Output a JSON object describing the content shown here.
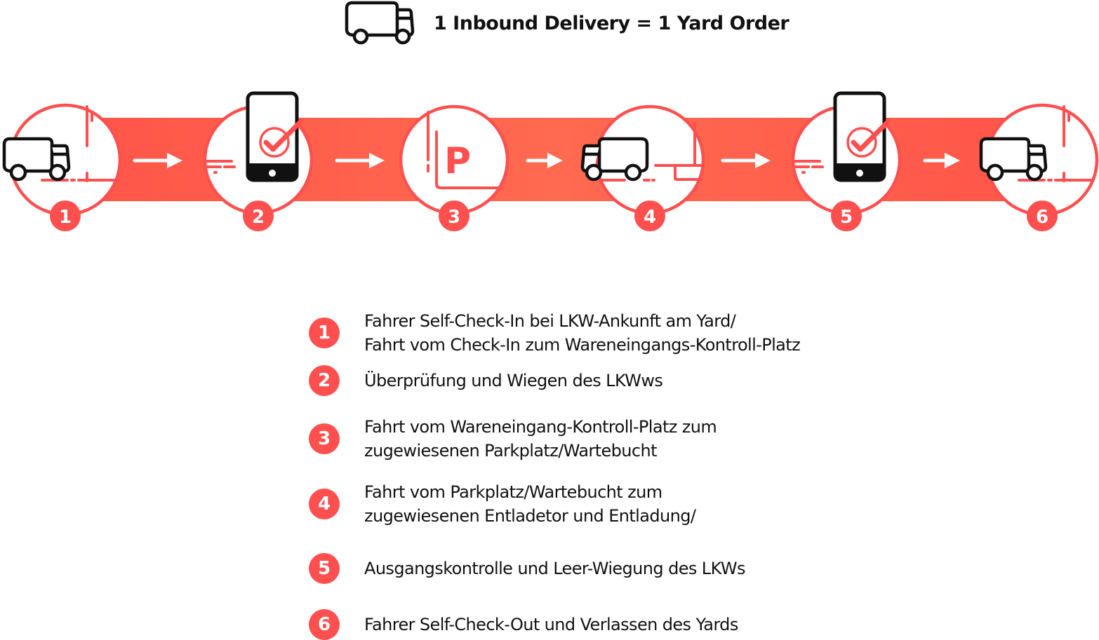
{
  "header": {
    "icon": "truck-icon",
    "title": "1 Inbound Delivery = 1 Yard Order"
  },
  "colors": {
    "accent": "#ff4f4f",
    "band_start": "#ff5549",
    "band_mid": "#ff6a50",
    "icon_stroke": "#111111",
    "text": "#111111"
  },
  "steps": [
    {
      "number": "1",
      "icon": "truck-at-gate-icon"
    },
    {
      "number": "2",
      "icon": "smartphone-check-icon"
    },
    {
      "number": "3",
      "icon": "parking-icon"
    },
    {
      "number": "4",
      "icon": "truck-at-dock-icon"
    },
    {
      "number": "5",
      "icon": "smartphone-check-icon"
    },
    {
      "number": "6",
      "icon": "truck-leaving-gate-icon"
    }
  ],
  "arrows": [
    "arrow-right-icon",
    "arrow-right-icon",
    "arrow-right-icon",
    "arrow-right-icon",
    "arrow-right-icon"
  ],
  "legend": [
    {
      "number": "1",
      "lines": [
        "Fahrer Self-Check-In bei LKW-Ankunft am Yard/",
        "Fahrt vom Check-In zum Wareneingangs-Kontroll-Platz"
      ]
    },
    {
      "number": "2",
      "lines": [
        "Überprüfung und Wiegen des LKWws"
      ]
    },
    {
      "number": "3",
      "lines": [
        "Fahrt vom Wareneingang-Kontroll-Platz zum",
        "zugewiesenen Parkplatz/Wartebucht"
      ]
    },
    {
      "number": "4",
      "lines": [
        "Fahrt vom Parkplatz/Wartebucht zum",
        "zugewiesenen Entladetor und Entladung/"
      ]
    },
    {
      "number": "5",
      "lines": [
        "Ausgangskontrolle und Leer-Wiegung des LKWs"
      ]
    },
    {
      "number": "6",
      "lines": [
        "Fahrer Self-Check-Out und Verlassen des Yards"
      ]
    }
  ],
  "parking_letter": "P"
}
